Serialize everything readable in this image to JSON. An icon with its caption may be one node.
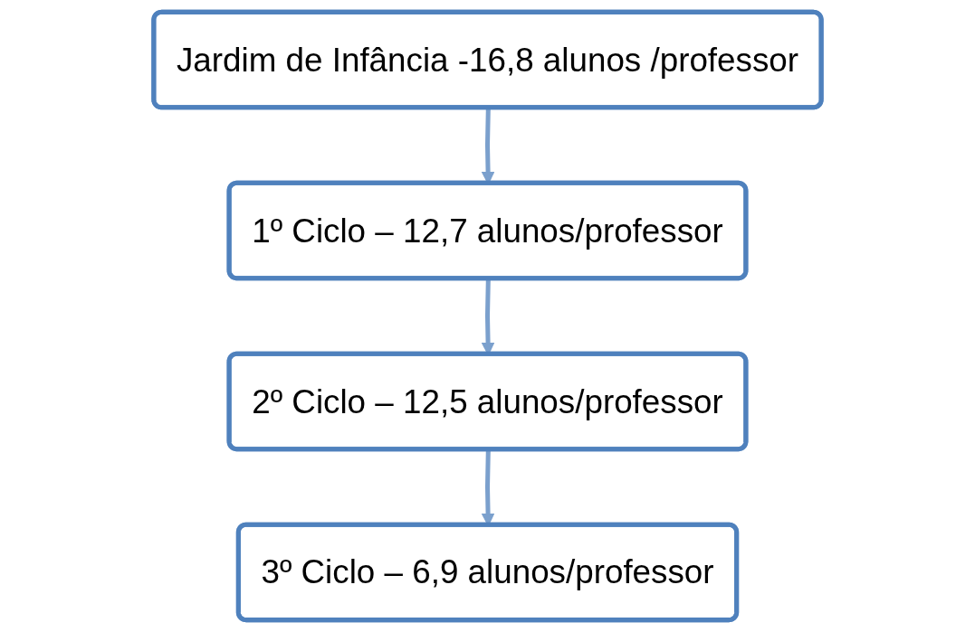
{
  "diagram": {
    "nodes": [
      {
        "text": [
          "Jardim de Infância -16,8 alunos /professor"
        ]
      },
      {
        "text": [
          "1º Ciclo – 12,7 alunos/professor"
        ]
      },
      {
        "text": [
          "2º Ciclo – 12,5 alunos/professor"
        ]
      },
      {
        "text": [
          "3º Ciclo – 6,9 alunos/professor"
        ]
      }
    ],
    "edges": [
      {
        "from": 0,
        "to": 1,
        "arrow": "to"
      },
      {
        "from": 1,
        "to": 2,
        "arrow": "to"
      },
      {
        "from": 2,
        "to": 3,
        "arrow": "to"
      }
    ]
  }
}
